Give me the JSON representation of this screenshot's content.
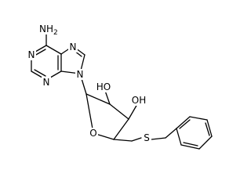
{
  "molecule": {
    "atom_labels": {
      "amine": "NH",
      "amine_subscript": "2",
      "n1": "N",
      "n3": "N",
      "n7": "N",
      "n9": "N",
      "hydroxyl_2": "HO",
      "hydroxyl_3": "OH",
      "ring_oxygen": "O",
      "sulfur": "S"
    },
    "ink_color": "#000000",
    "background_color": "#ffffff"
  }
}
